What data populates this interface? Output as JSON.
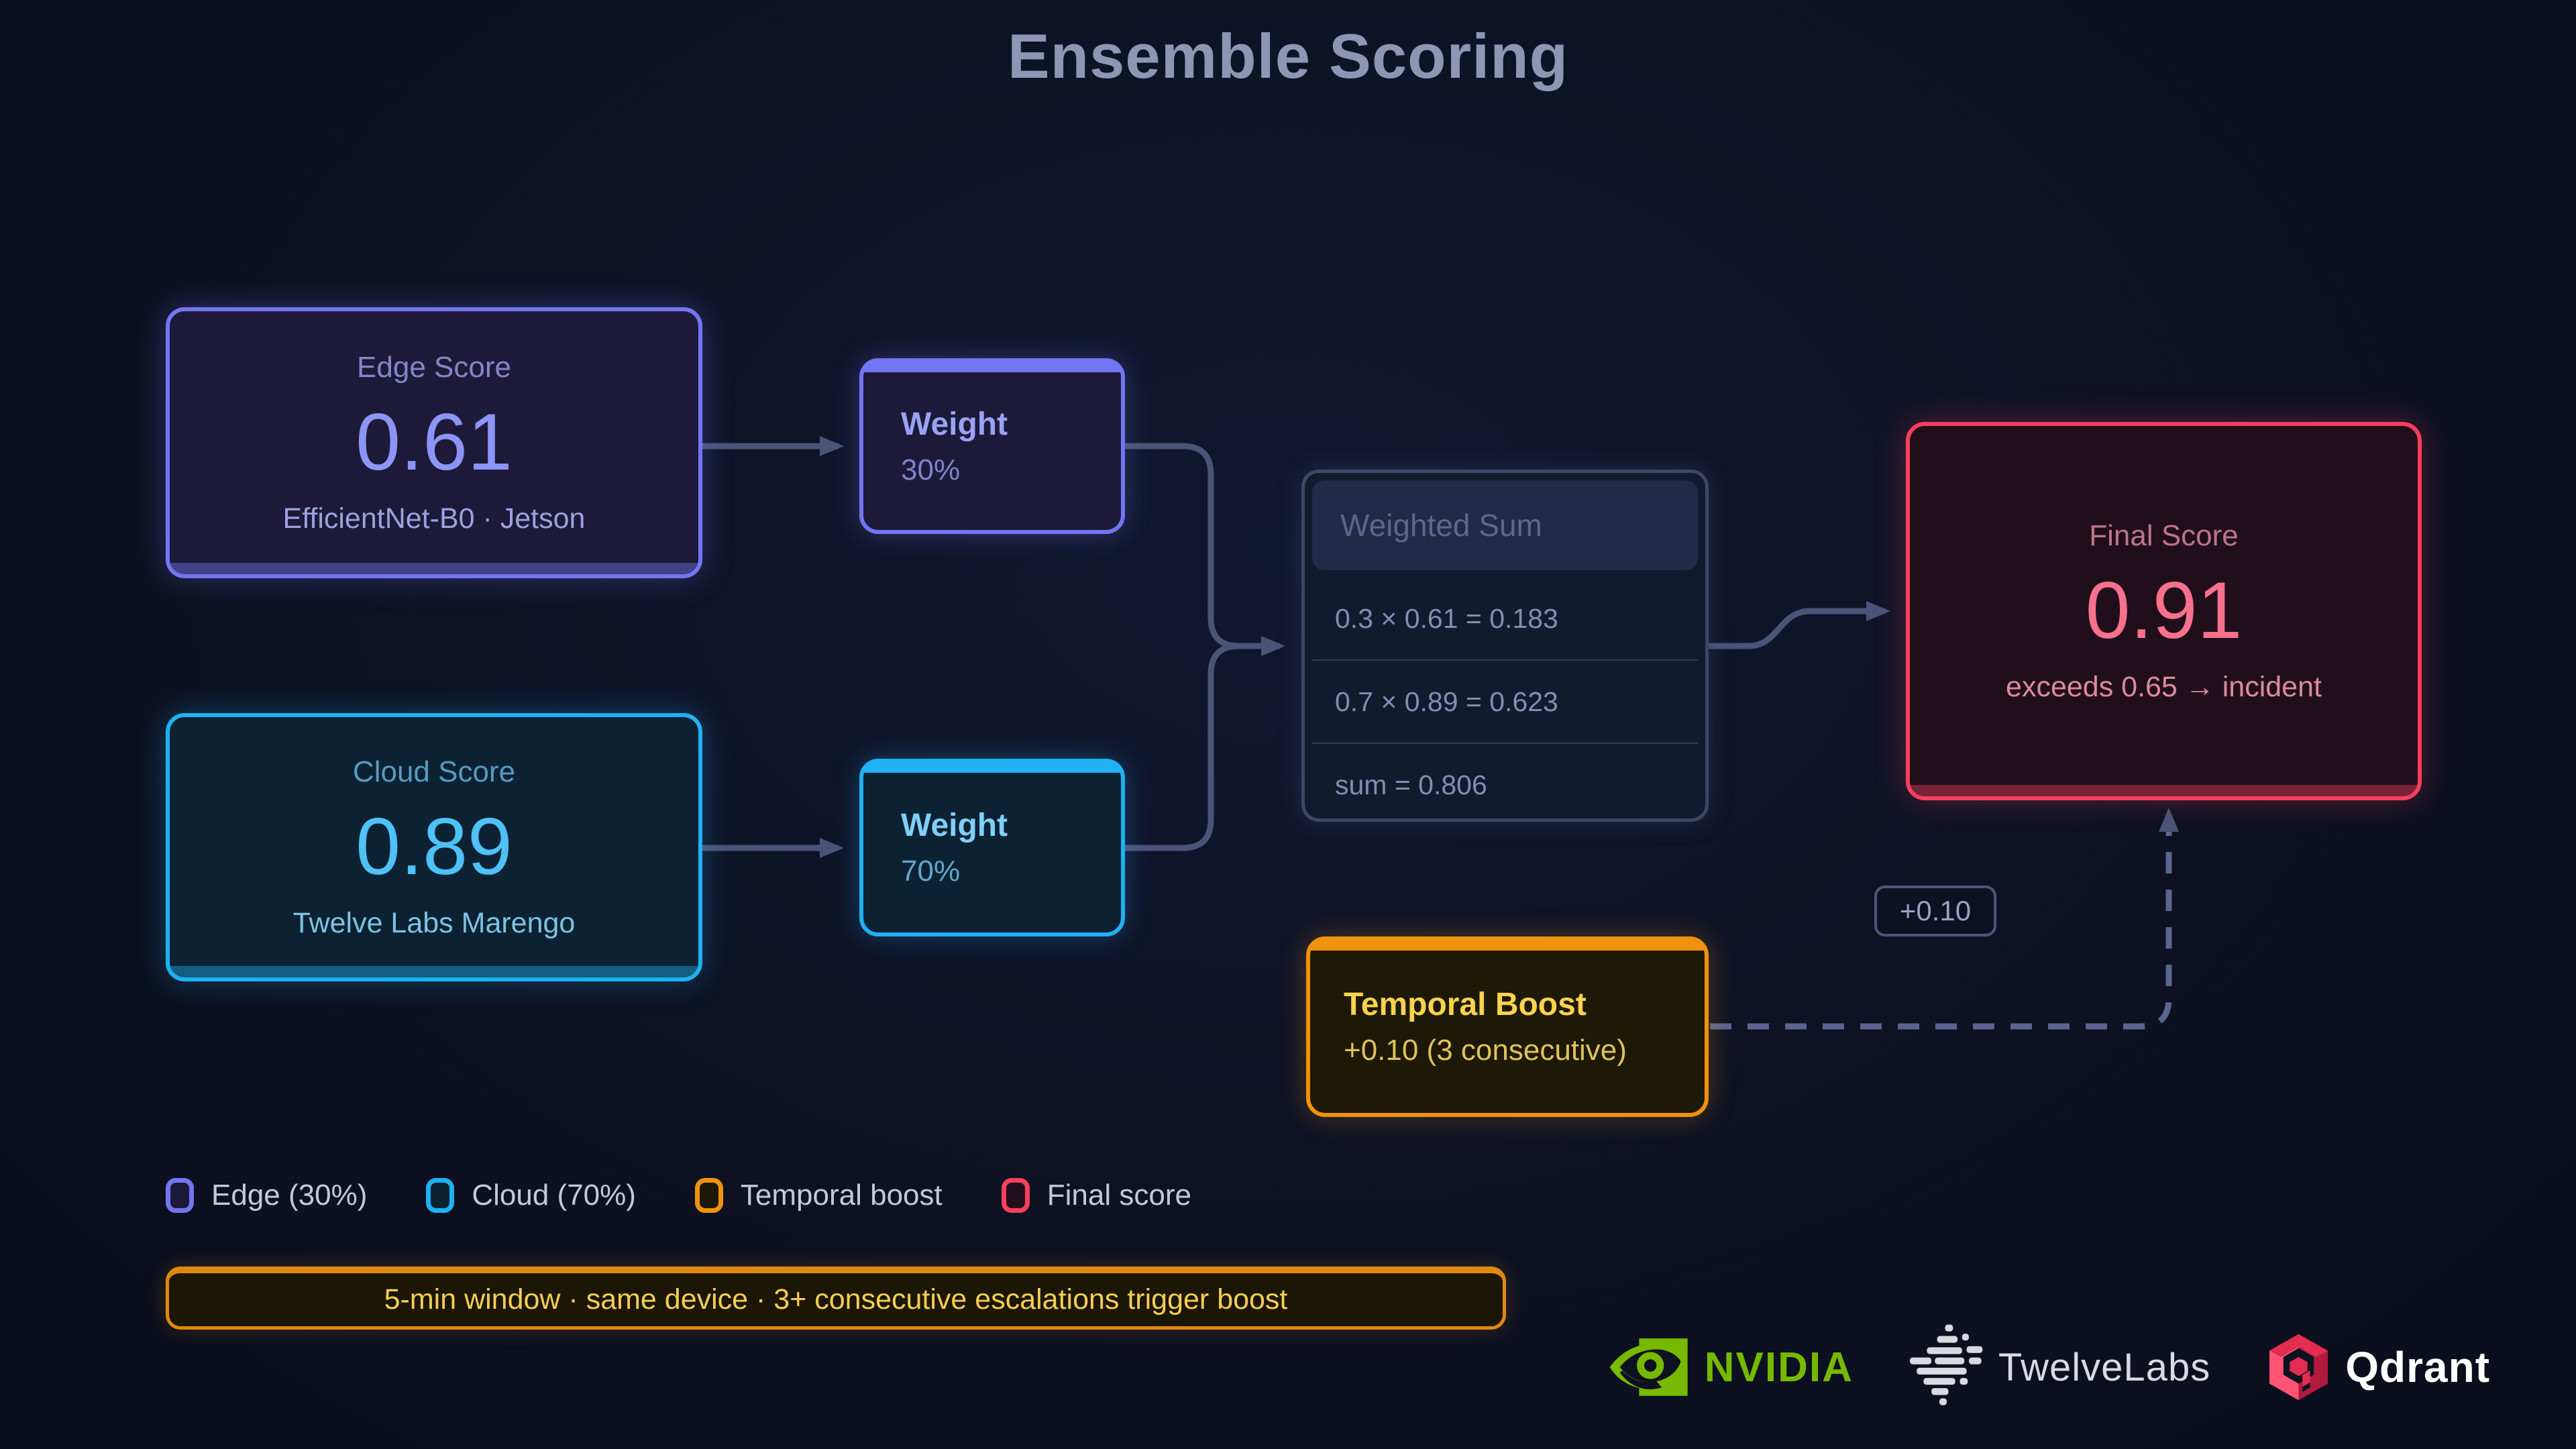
{
  "title": "Ensemble Scoring",
  "nodes": {
    "edge": {
      "label": "Edge Score",
      "value": "0.61",
      "subtitle": "EfficientNet-B0 · Jetson"
    },
    "cloud": {
      "label": "Cloud Score",
      "value": "0.89",
      "subtitle": "Twelve Labs Marengo"
    },
    "weight_edge": {
      "label": "Weight",
      "value": "30%"
    },
    "weight_cloud": {
      "label": "Weight",
      "value": "70%"
    },
    "weighted_sum": {
      "title": "Weighted Sum",
      "rows": [
        "0.3 × 0.61 = 0.183",
        "0.7 × 0.89 = 0.623",
        "sum = 0.806"
      ]
    },
    "final": {
      "label": "Final Score",
      "value": "0.91",
      "subtitle": "exceeds 0.65 → incident"
    },
    "temporal": {
      "label": "Temporal Boost",
      "subtitle": "+0.10 (3 consecutive)"
    },
    "boost_badge": {
      "label": "+0.10"
    }
  },
  "legend": {
    "items": [
      {
        "label": "Edge (30%)"
      },
      {
        "label": "Cloud (70%)"
      },
      {
        "label": "Temporal boost"
      },
      {
        "label": "Final score"
      }
    ]
  },
  "footer_note": "5-min window · same device · 3+ consecutive escalations trigger boost",
  "logos": {
    "nvidia": "NVIDIA",
    "twelvelabs": "TwelveLabs",
    "qdrant": "Qdrant"
  },
  "colors": {
    "background": "#0d1120",
    "edge_accent": "#7276f2",
    "cloud_accent": "#1fb1f2",
    "temporal_accent": "#f0920e",
    "final_accent": "#f43f5e",
    "connector": "#4a5477",
    "nvidia_green": "#76b900",
    "twelvelabs_gray": "#d9dadf",
    "qdrant_red": "#d31f44"
  }
}
